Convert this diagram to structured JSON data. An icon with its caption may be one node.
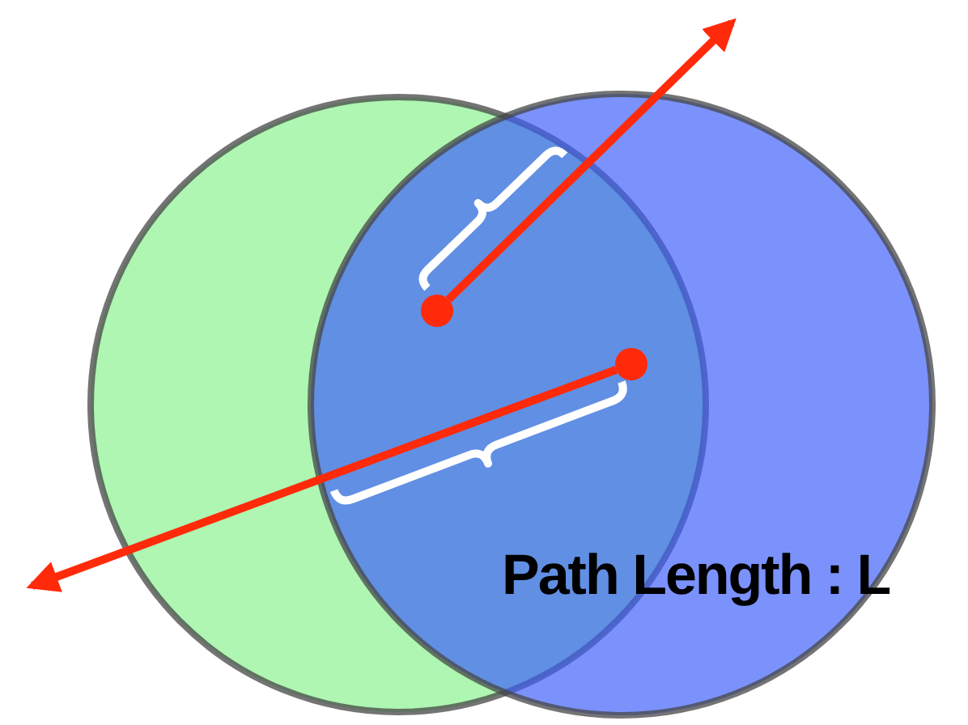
{
  "diagram": {
    "nodes": [
      {
        "text": [],
        "shape": "circle"
      },
      {
        "text": [],
        "shape": "circle"
      },
      {
        "text": [],
        "shape": "circle"
      },
      {
        "text": [],
        "shape": "circle"
      }
    ],
    "edges": [
      {
        "from": 2,
        "to": null,
        "arrow": "to"
      },
      {
        "from": 3,
        "to": null,
        "arrow": "to"
      }
    ],
    "labels": [
      "Path Length : L"
    ]
  }
}
